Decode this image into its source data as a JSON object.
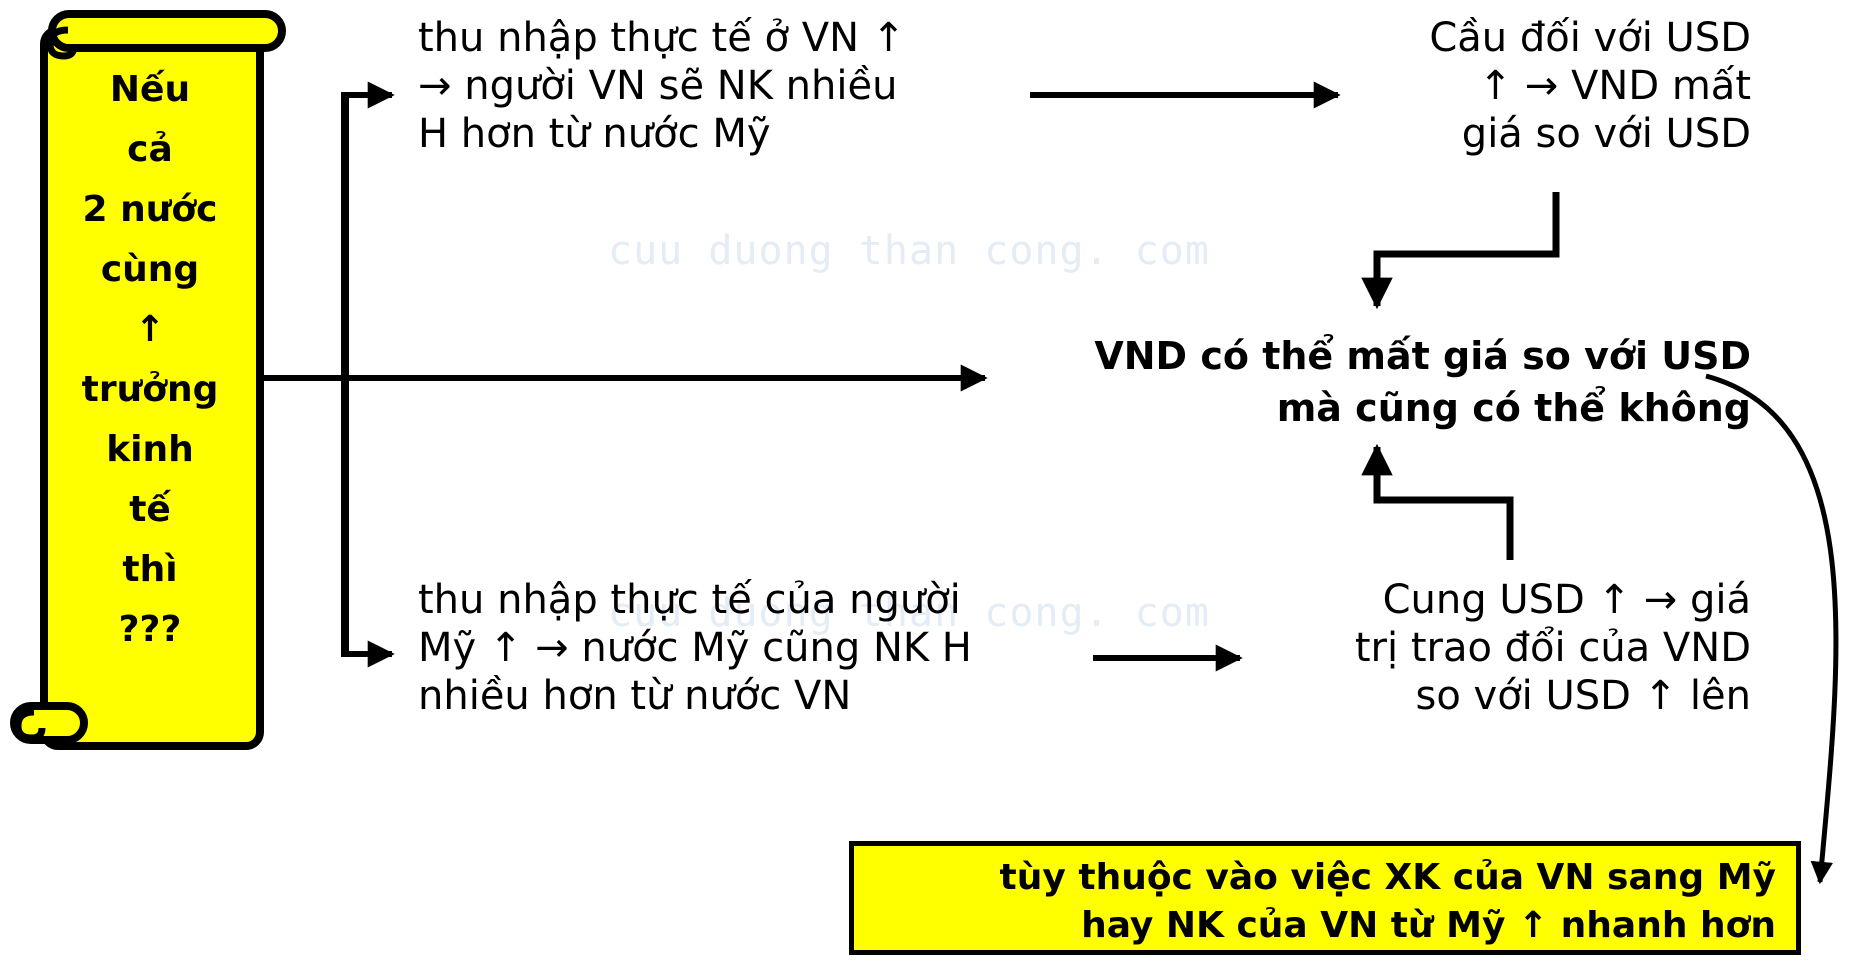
{
  "scroll": {
    "lines": [
      "Nếu",
      "cả",
      "2 nước",
      "cùng",
      "↑",
      "trưởng",
      "kinh",
      "tế",
      "thì",
      "???"
    ]
  },
  "top_left": {
    "lines": [
      "thu nhập thực tế ở VN ↑",
      "→ người VN sẽ NK nhiều",
      "H hơn từ nước Mỹ"
    ]
  },
  "top_right": {
    "lines": [
      "Cầu đối với USD",
      "↑ → VND mất",
      "giá so với USD"
    ]
  },
  "watermark": "cuu duong than cong. com",
  "center": {
    "lines": [
      "VND có thể mất giá so với USD",
      "mà cũng có thể không"
    ]
  },
  "bottom_left": {
    "lines": [
      "thu nhập thực tế của người",
      "Mỹ ↑ → nước Mỹ cũng NK H",
      "nhiều hơn từ nước VN"
    ]
  },
  "bottom_right": {
    "lines": [
      "Cung USD ↑ → giá",
      "trị trao đổi của VND",
      "so với USD ↑ lên"
    ]
  },
  "result": {
    "lines": [
      "tùy thuộc vào việc XK của VN sang Mỹ",
      "hay NK của VN từ Mỹ ↑ nhanh hơn"
    ]
  },
  "colors": {
    "highlight": "#ffff00",
    "line": "#000000",
    "watermark": "#e4ecf6"
  }
}
